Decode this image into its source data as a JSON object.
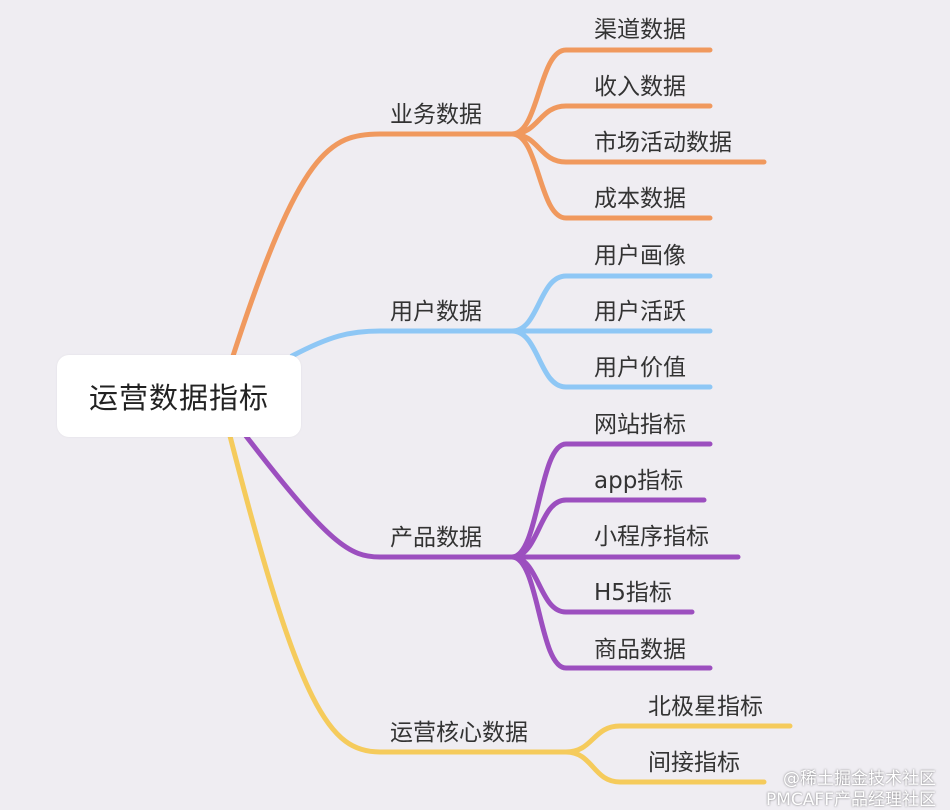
{
  "root": {
    "label": "运营数据指标"
  },
  "branches": [
    {
      "id": "business",
      "label": "业务数据",
      "color": "#f0995e",
      "children": [
        "渠道数据",
        "收入数据",
        "市场活动数据",
        "成本数据"
      ]
    },
    {
      "id": "user",
      "label": "用户数据",
      "color": "#8ec7f5",
      "children": [
        "用户画像",
        "用户活跃",
        "用户价值"
      ]
    },
    {
      "id": "product",
      "label": "产品数据",
      "color": "#9c4fbf",
      "children": [
        "网站指标",
        "app指标",
        "小程序指标",
        "H5指标",
        "商品数据"
      ]
    },
    {
      "id": "core",
      "label": "运营核心数据",
      "color": "#f5cb5c",
      "children": [
        "北极星指标",
        "间接指标"
      ]
    }
  ],
  "watermark": {
    "line1": "@稀土掘金技术社区",
    "line2": "PMCAFF产品经理社区"
  }
}
